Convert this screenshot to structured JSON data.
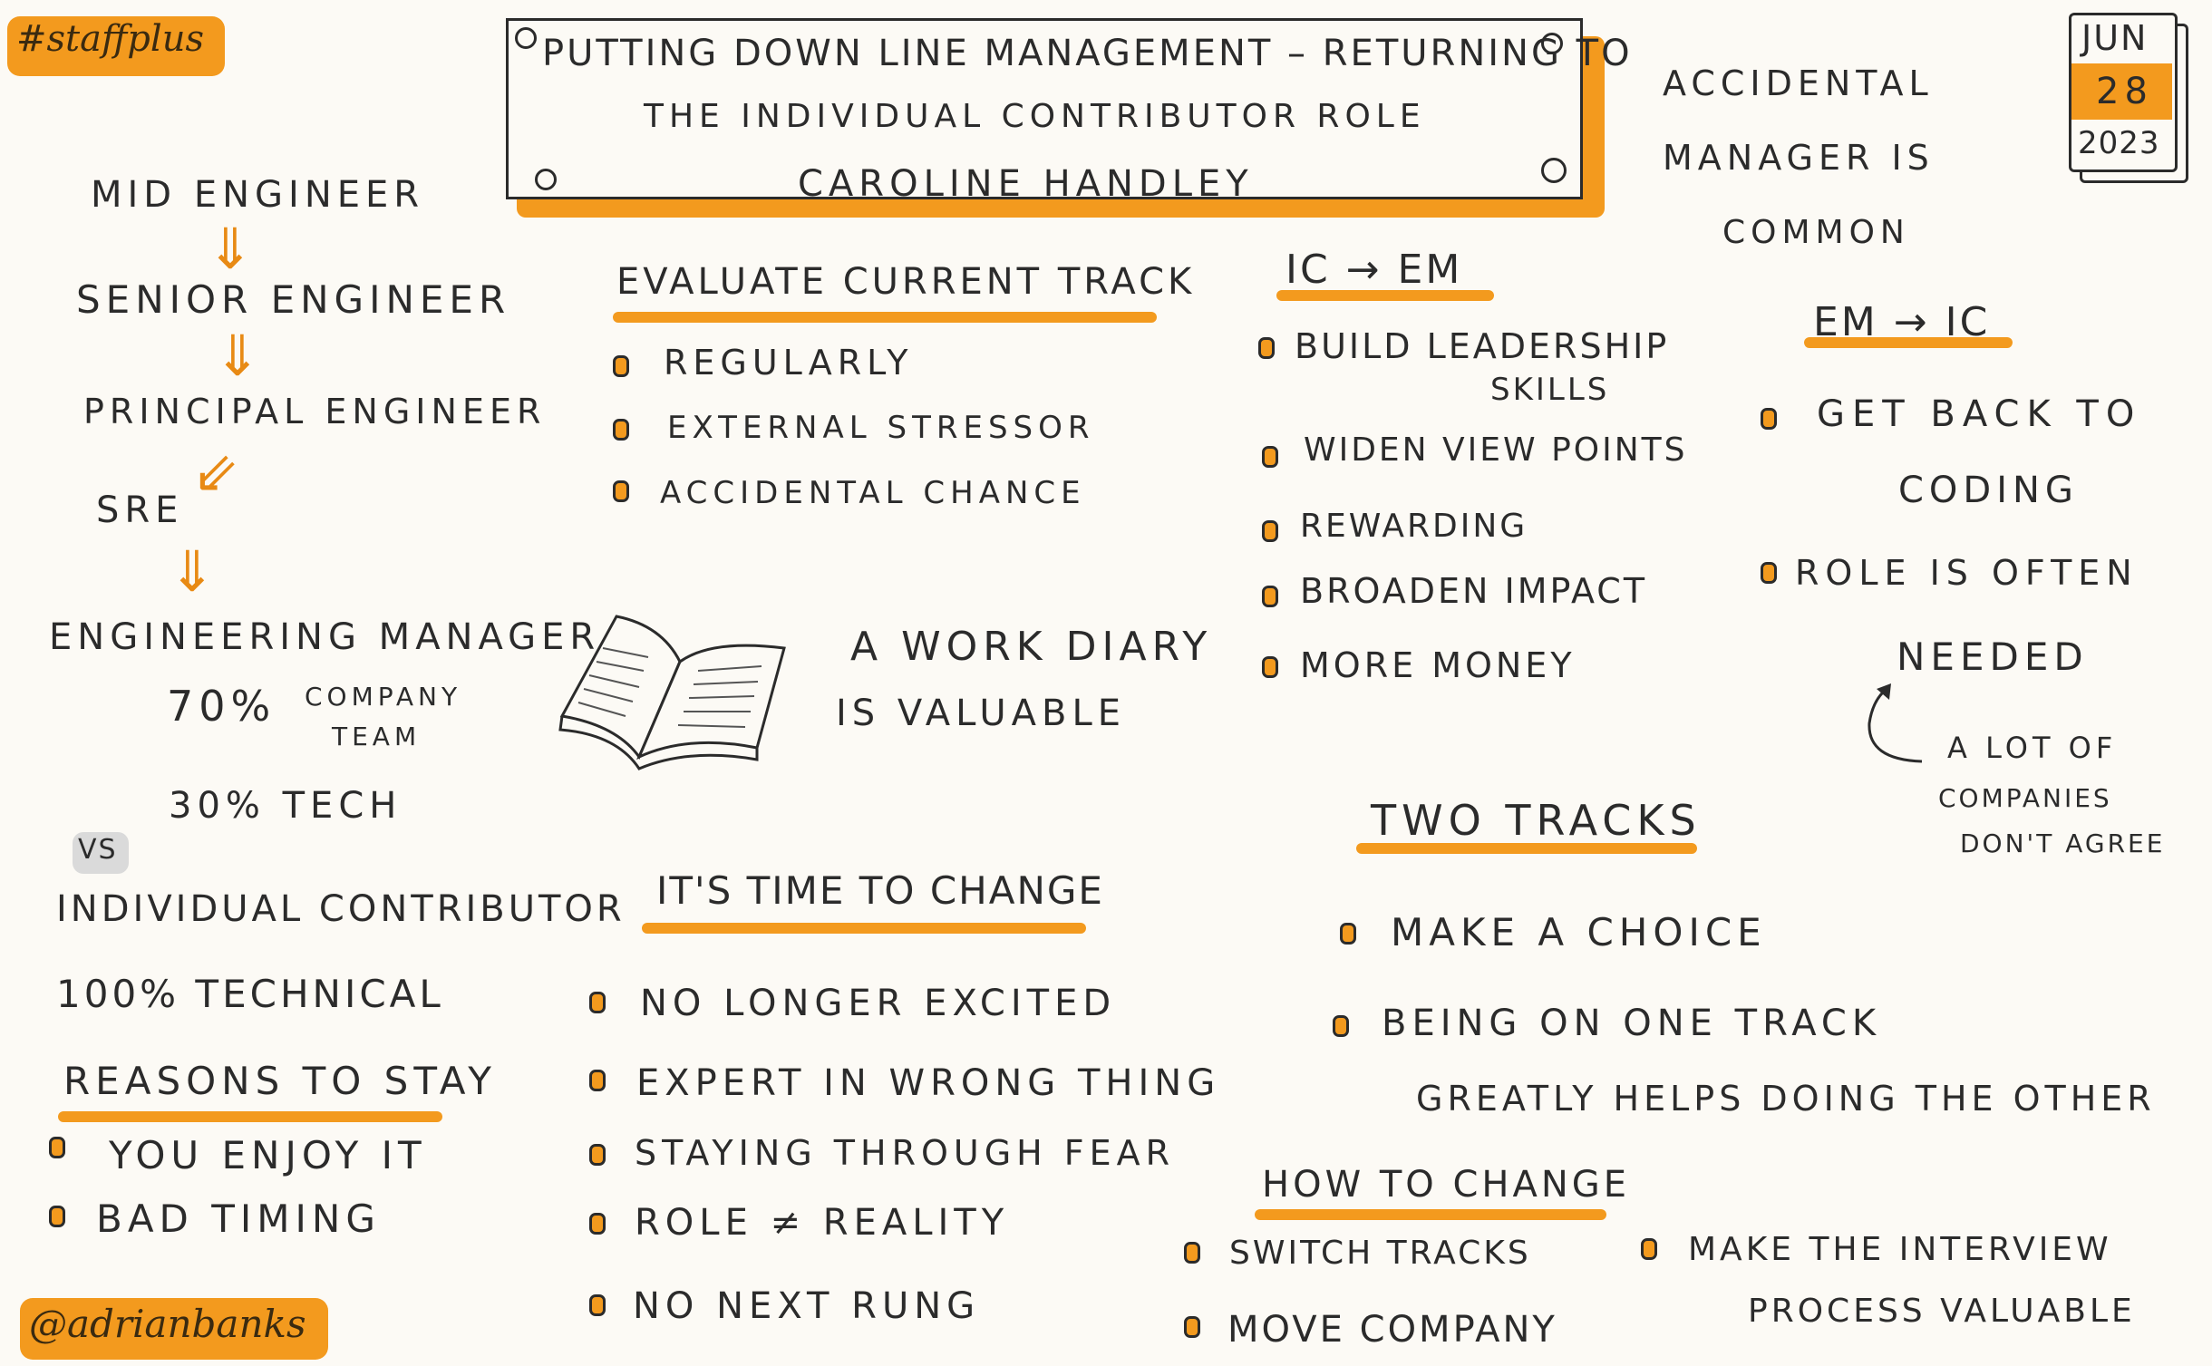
{
  "tags": {
    "staffplus": "#staffplus",
    "author": "@adrianbanks"
  },
  "title": {
    "line1": "PUTTING DOWN LINE MANAGEMENT – RETURNING TO",
    "line2": "THE INDIVIDUAL CONTRIBUTOR ROLE",
    "speaker": "CAROLINE HANDLEY"
  },
  "date": {
    "month": "JUN",
    "day": "28",
    "year": "2023"
  },
  "accidental": [
    "ACCIDENTAL",
    "MANAGER IS",
    "COMMON"
  ],
  "career_path": {
    "steps": [
      "MID ENGINEER",
      "SENIOR ENGINEER",
      "PRINCIPAL ENGINEER",
      "SRE",
      "ENGINEERING MANAGER"
    ],
    "em_split": {
      "pct_company": "70%",
      "company": "COMPANY",
      "team": "TEAM",
      "tech": "30% TECH"
    },
    "vs": "VS",
    "ic": "INDIVIDUAL CONTRIBUTOR",
    "ic_split": "100% TECHNICAL"
  },
  "reasons_to_stay": {
    "heading": "REASONS TO STAY",
    "items": [
      "YOU ENJOY IT",
      "BAD TIMING"
    ]
  },
  "evaluate": {
    "heading": "EVALUATE CURRENT TRACK",
    "items": [
      "REGULARLY",
      "EXTERNAL STRESSOR",
      "ACCIDENTAL CHANCE"
    ]
  },
  "diary": {
    "line1": "A WORK DIARY",
    "line2": "IS VALUABLE",
    "icon": "open-book-icon"
  },
  "time_to_change": {
    "heading": "IT'S TIME TO CHANGE",
    "items": [
      "NO LONGER EXCITED",
      "EXPERT IN WRONG THING",
      "STAYING THROUGH FEAR",
      "ROLE ≠ REALITY",
      "NO NEXT RUNG"
    ]
  },
  "ic_to_em": {
    "heading": "IC → EM",
    "items": [
      "BUILD LEADERSHIP",
      "SKILLS",
      "WIDEN VIEW POINTS",
      "REWARDING",
      "BROADEN IMPACT",
      "MORE MONEY"
    ]
  },
  "em_to_ic": {
    "heading": "EM → IC",
    "items": [
      "GET BACK TO",
      "CODING",
      "ROLE IS OFTEN",
      "NEEDED"
    ],
    "note": [
      "A LOT OF",
      "COMPANIES",
      "DON'T AGREE"
    ]
  },
  "two_tracks": {
    "heading": "TWO TRACKS",
    "items": [
      "MAKE A CHOICE",
      "BEING ON ONE TRACK",
      "GREATLY HELPS DOING THE OTHER"
    ]
  },
  "how_to_change": {
    "heading": "HOW TO CHANGE",
    "items": [
      "SWITCH TRACKS",
      "MOVE COMPANY",
      "MAKE THE INTERVIEW",
      "PROCESS VALUABLE"
    ]
  },
  "colors": {
    "accent": "#f39a1e",
    "ink": "#2b2b2b",
    "paper": "#fcfaf5"
  }
}
